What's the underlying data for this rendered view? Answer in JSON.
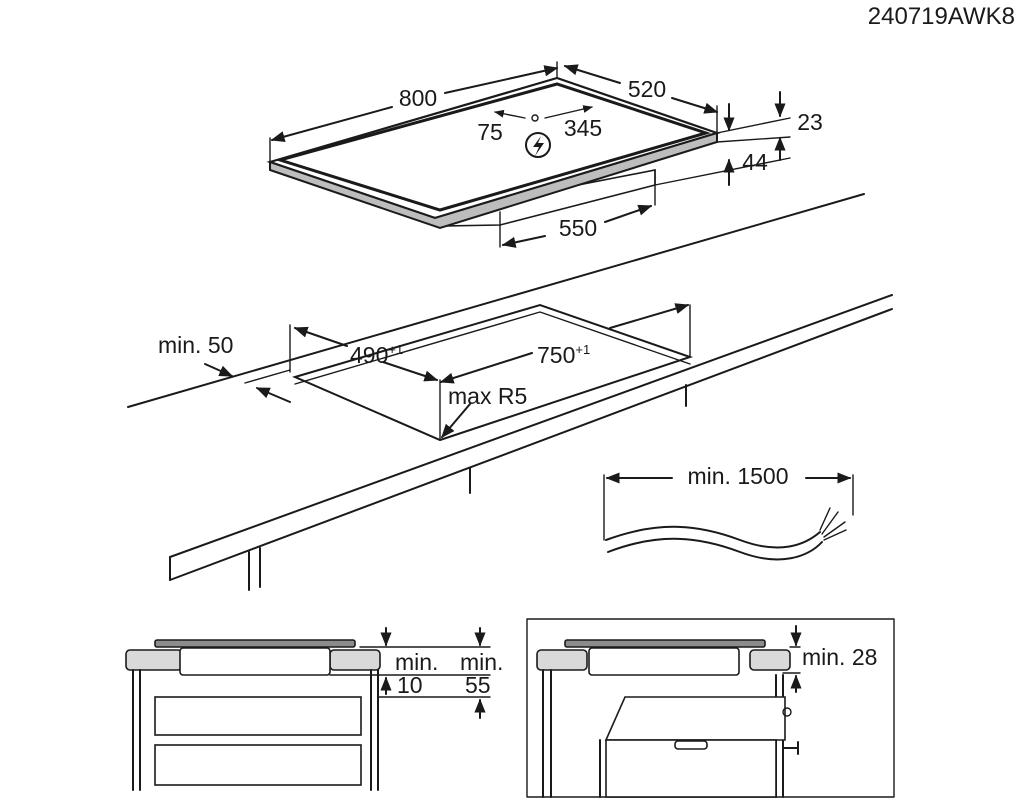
{
  "document_code": "240719AWK8",
  "hob": {
    "width": "800",
    "depth": "520",
    "cable_x": "75",
    "cable_y": "345",
    "frame_height": "23",
    "body_height": "44",
    "body_width": "550",
    "power_icon": "lightning-bolt-icon"
  },
  "cutout": {
    "min_edge": "min. 50",
    "depth": "490",
    "depth_tol": "+1",
    "width": "750",
    "width_tol": "+1",
    "radius": "max R5"
  },
  "cable": {
    "length": "min. 1500"
  },
  "installation_drawer": {
    "gap_label_a": "min.",
    "gap_value_a": "10",
    "gap_label_b": "min.",
    "gap_value_b": "55"
  },
  "installation_oven": {
    "gap": "min. 28"
  },
  "colors": {
    "line": "#1a1a1a",
    "fill_dark": "#8c8c8c",
    "fill_light": "#d9d9d9",
    "background": "#ffffff"
  }
}
